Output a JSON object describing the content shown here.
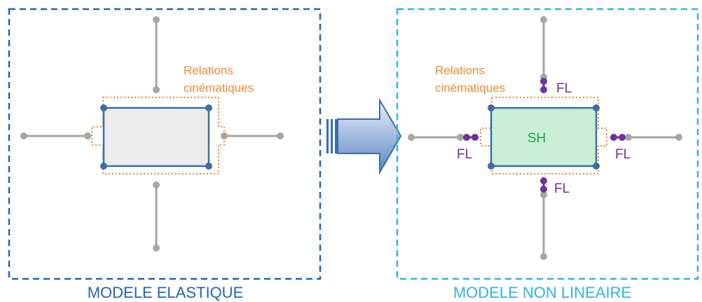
{
  "left_model": {
    "caption": "MODELE ELASTIQUE",
    "relations_line1": "Relations",
    "relations_line2": "cinématiques"
  },
  "right_model": {
    "caption": "MODELE NON LINEAIRE",
    "relations_line1": "Relations",
    "relations_line2": "cinématiques",
    "core_label": "SH",
    "fl_top": "FL",
    "fl_left": "FL",
    "fl_right": "FL",
    "fl_bottom": "FL"
  },
  "colors": {
    "left_border": "#1f66b3",
    "right_border": "#33b2e6",
    "relations_text": "#ee8a35",
    "relations_dotted": "#ee8a35",
    "bar_gray": "#a6a6a6",
    "node_blue": "#3a6ea5",
    "elastic_fill": "#ececec",
    "nonlinear_fill": "#c9efd5",
    "sh_text": "#1ea84a",
    "fl_purple": "#7030a0",
    "arrow_fill_top": "#e8f0fa",
    "arrow_fill_bottom": "#5d86c4",
    "arrow_stroke": "#3a6ea5"
  }
}
